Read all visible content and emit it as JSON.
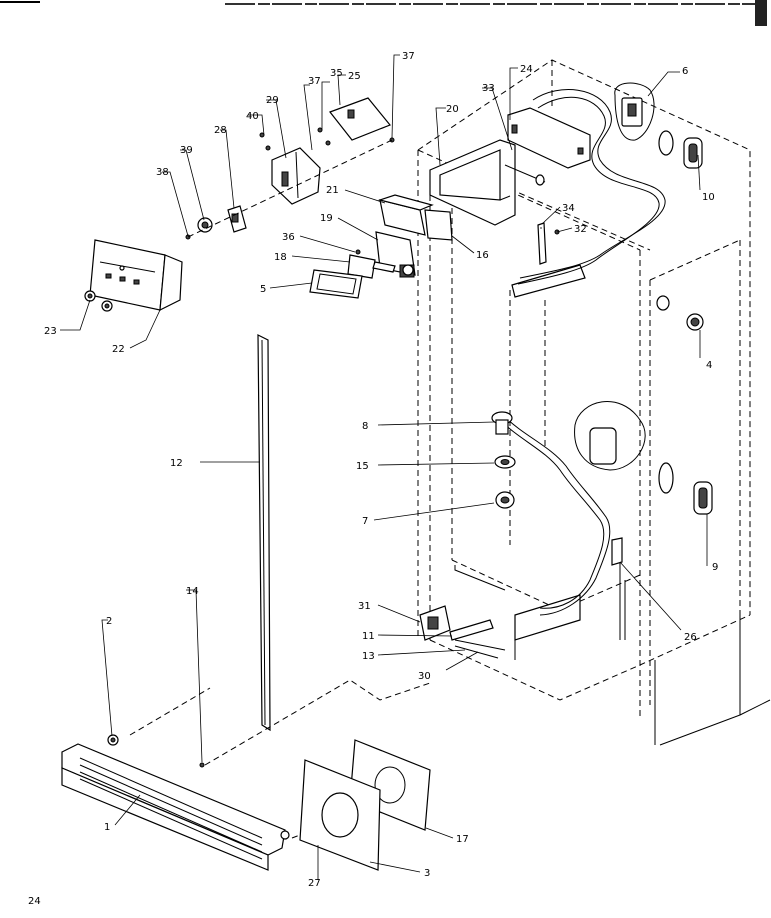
{
  "page_number": "24",
  "labels": {
    "l1": "1",
    "l2": "2",
    "l3": "3",
    "l4": "4",
    "l5": "5",
    "l6": "6",
    "l7": "7",
    "l8": "8",
    "l9": "9",
    "l10": "10",
    "l11": "11",
    "l12": "12",
    "l13": "13",
    "l14": "14",
    "l15": "15",
    "l16": "16",
    "l17": "17",
    "l18": "18",
    "l19": "19",
    "l20": "20",
    "l21": "21",
    "l22": "22",
    "l23": "23",
    "l24": "24",
    "l25": "25",
    "l26": "26",
    "l27": "27",
    "l28": "28",
    "l29": "29",
    "l30": "30",
    "l31": "31",
    "l32": "32",
    "l33": "33",
    "l34": "34",
    "l35": "35",
    "l36": "36",
    "l37a": "37",
    "l37b": "37",
    "l38": "38",
    "l39": "39",
    "l40": "40"
  }
}
